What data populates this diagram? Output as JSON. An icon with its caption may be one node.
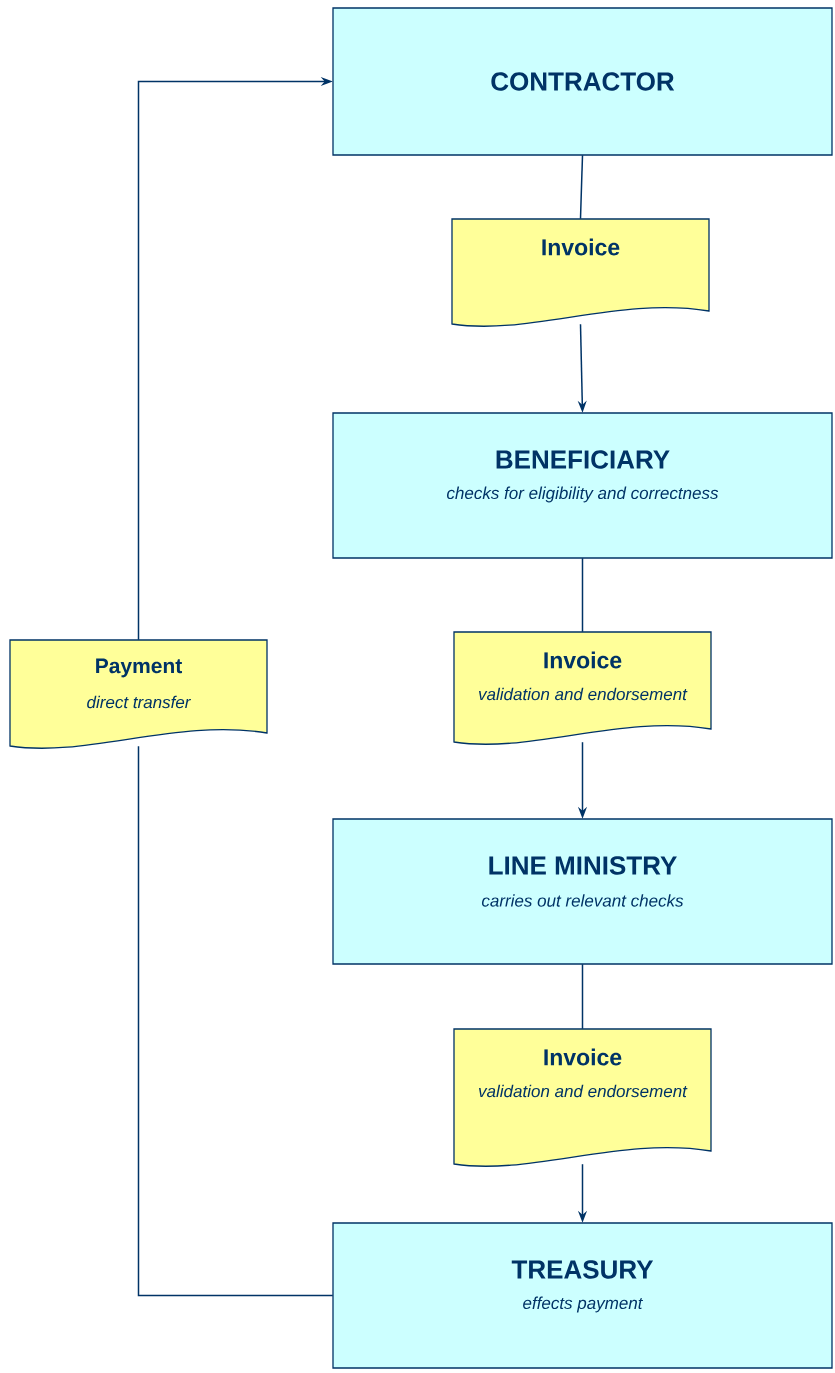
{
  "diagram": {
    "nodes": [
      {
        "text": [
          "CONTRACTOR"
        ]
      },
      {
        "text": [
          "Invoice"
        ]
      },
      {
        "text": [
          "BENEFICIARY",
          "checks for eligibility and correctness"
        ]
      },
      {
        "text": [
          "Invoice",
          "validation and endorsement"
        ]
      },
      {
        "text": [
          "LINE MINISTRY",
          "carries out relevant checks"
        ]
      },
      {
        "text": [
          "Invoice",
          "validation and endorsement"
        ]
      },
      {
        "text": [
          "TREASURY",
          "effects payment"
        ]
      },
      {
        "text": [
          "Payment",
          "direct transfer"
        ]
      }
    ],
    "edges": [
      {
        "from": 0,
        "to": 1,
        "arrow": "none"
      },
      {
        "from": 1,
        "to": 2,
        "arrow": "to"
      },
      {
        "from": 2,
        "to": 3,
        "arrow": "none"
      },
      {
        "from": 3,
        "to": 4,
        "arrow": "to"
      },
      {
        "from": 4,
        "to": 5,
        "arrow": "none"
      },
      {
        "from": 5,
        "to": 6,
        "arrow": "to"
      },
      {
        "from": 6,
        "to": 7,
        "arrow": "none"
      },
      {
        "from": 7,
        "to": 0,
        "arrow": "to"
      }
    ]
  }
}
